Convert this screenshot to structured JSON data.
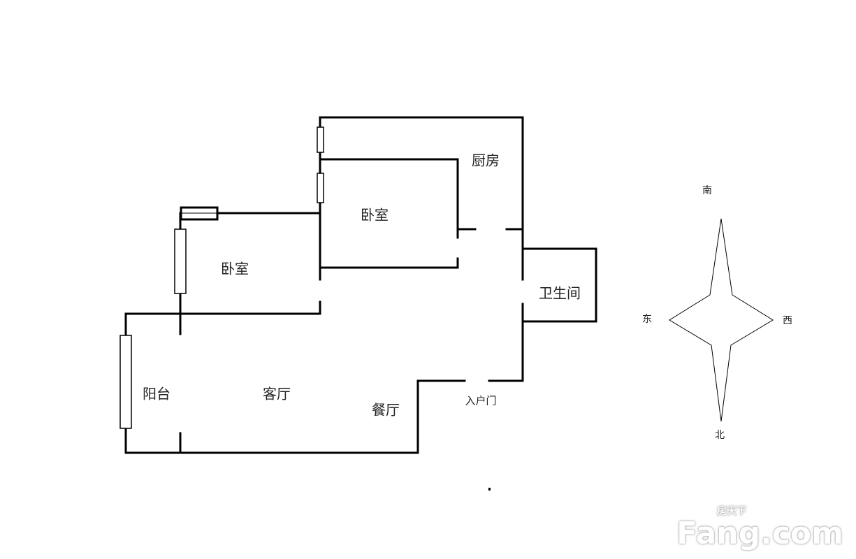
{
  "rooms": {
    "kitchen": "厨房",
    "bedroom_north": "卧室",
    "bedroom_west": "卧室",
    "bathroom": "卫生间",
    "balcony": "阳台",
    "living_room": "客厅",
    "dining_room": "餐厅",
    "entrance": "入户门"
  },
  "compass": {
    "south": "南",
    "east": "东",
    "west": "西",
    "north": "北"
  },
  "watermark": {
    "brand": "Fang.com",
    "brand_cn": "房天下"
  }
}
